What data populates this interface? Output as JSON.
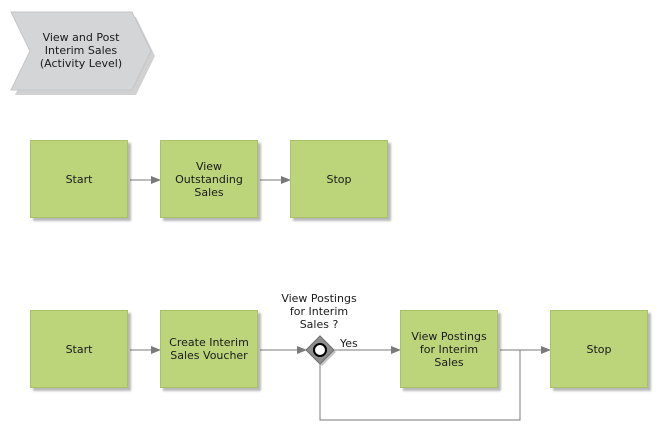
{
  "process": {
    "title": "View and Post\nInterim Sales\n(Activity Level)"
  },
  "flow1": {
    "start": "Start",
    "view_outstanding": "View\nOutstanding\nSales",
    "stop": "Stop"
  },
  "flow2": {
    "start": "Start",
    "create_voucher": "Create Interim\nSales Voucher",
    "decision_question": "View Postings\nfor Interim\nSales ?",
    "yes_label": "Yes",
    "view_postings": "View Postings\nfor Interim\nSales",
    "stop": "Stop"
  },
  "colors": {
    "activity_fill": "#bdd57a",
    "process_fill": "#d4d5d7",
    "decision_fill": "#8e8e8e",
    "connector": "#7a7a7a"
  }
}
